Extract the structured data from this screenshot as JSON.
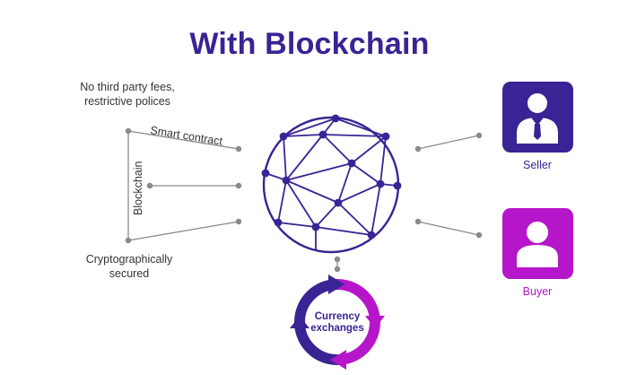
{
  "title": "With Blockchain",
  "left_panel": {
    "note_top_line1": "No third party fees,",
    "note_top_line2": "restrictive polices",
    "smart_contract": "Smart contract",
    "blockchain": "Blockchain",
    "note_bottom_line1": "Cryptographically",
    "note_bottom_line2": "secured"
  },
  "network": {
    "color": "#3a2394",
    "icon": "blockchain-network-icon"
  },
  "currency": {
    "line1": "Currency",
    "line2": "exchanges",
    "colors": {
      "dark": "#3a2394",
      "light": "#b516c9",
      "text": "#3a2394"
    }
  },
  "roles": [
    {
      "label": "Seller",
      "color": "#3a2394",
      "icon": "seller-person-icon"
    },
    {
      "label": "Buyer",
      "color": "#b516c9",
      "icon": "buyer-person-icon"
    }
  ]
}
